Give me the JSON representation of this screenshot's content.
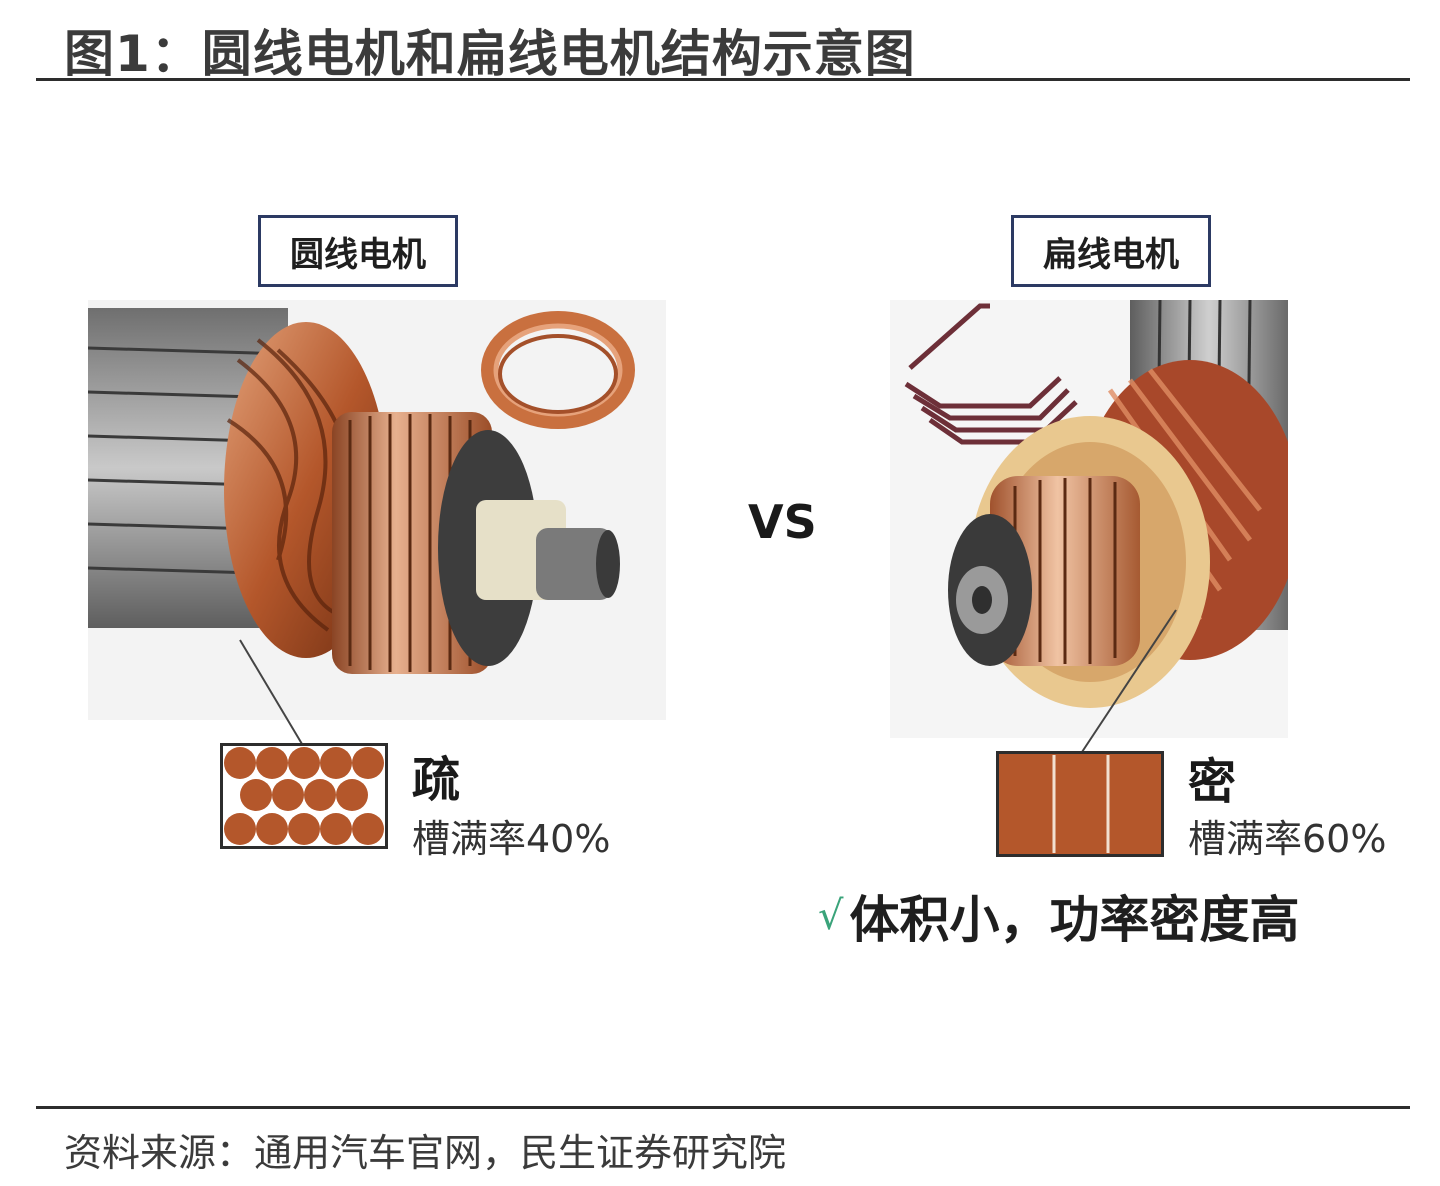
{
  "figure": {
    "title": "图1：圆线电机和扁线电机结构示意图",
    "source": "资料来源：通用汽车官网，民生证券研究院"
  },
  "left": {
    "label": "圆线电机",
    "density": "疏",
    "fill_rate": "槽满率40%"
  },
  "right": {
    "label": "扁线电机",
    "density": "密",
    "fill_rate": "槽满率60%"
  },
  "vs_text": "VS",
  "advantage": {
    "check": "√",
    "text": "体积小，功率密度高"
  },
  "colors": {
    "copper": "#b4572b",
    "copper_light": "#d98b5a",
    "steel": "#8d8d8d",
    "frame_border": "#2c3a63",
    "check_green": "#3aa37a"
  }
}
